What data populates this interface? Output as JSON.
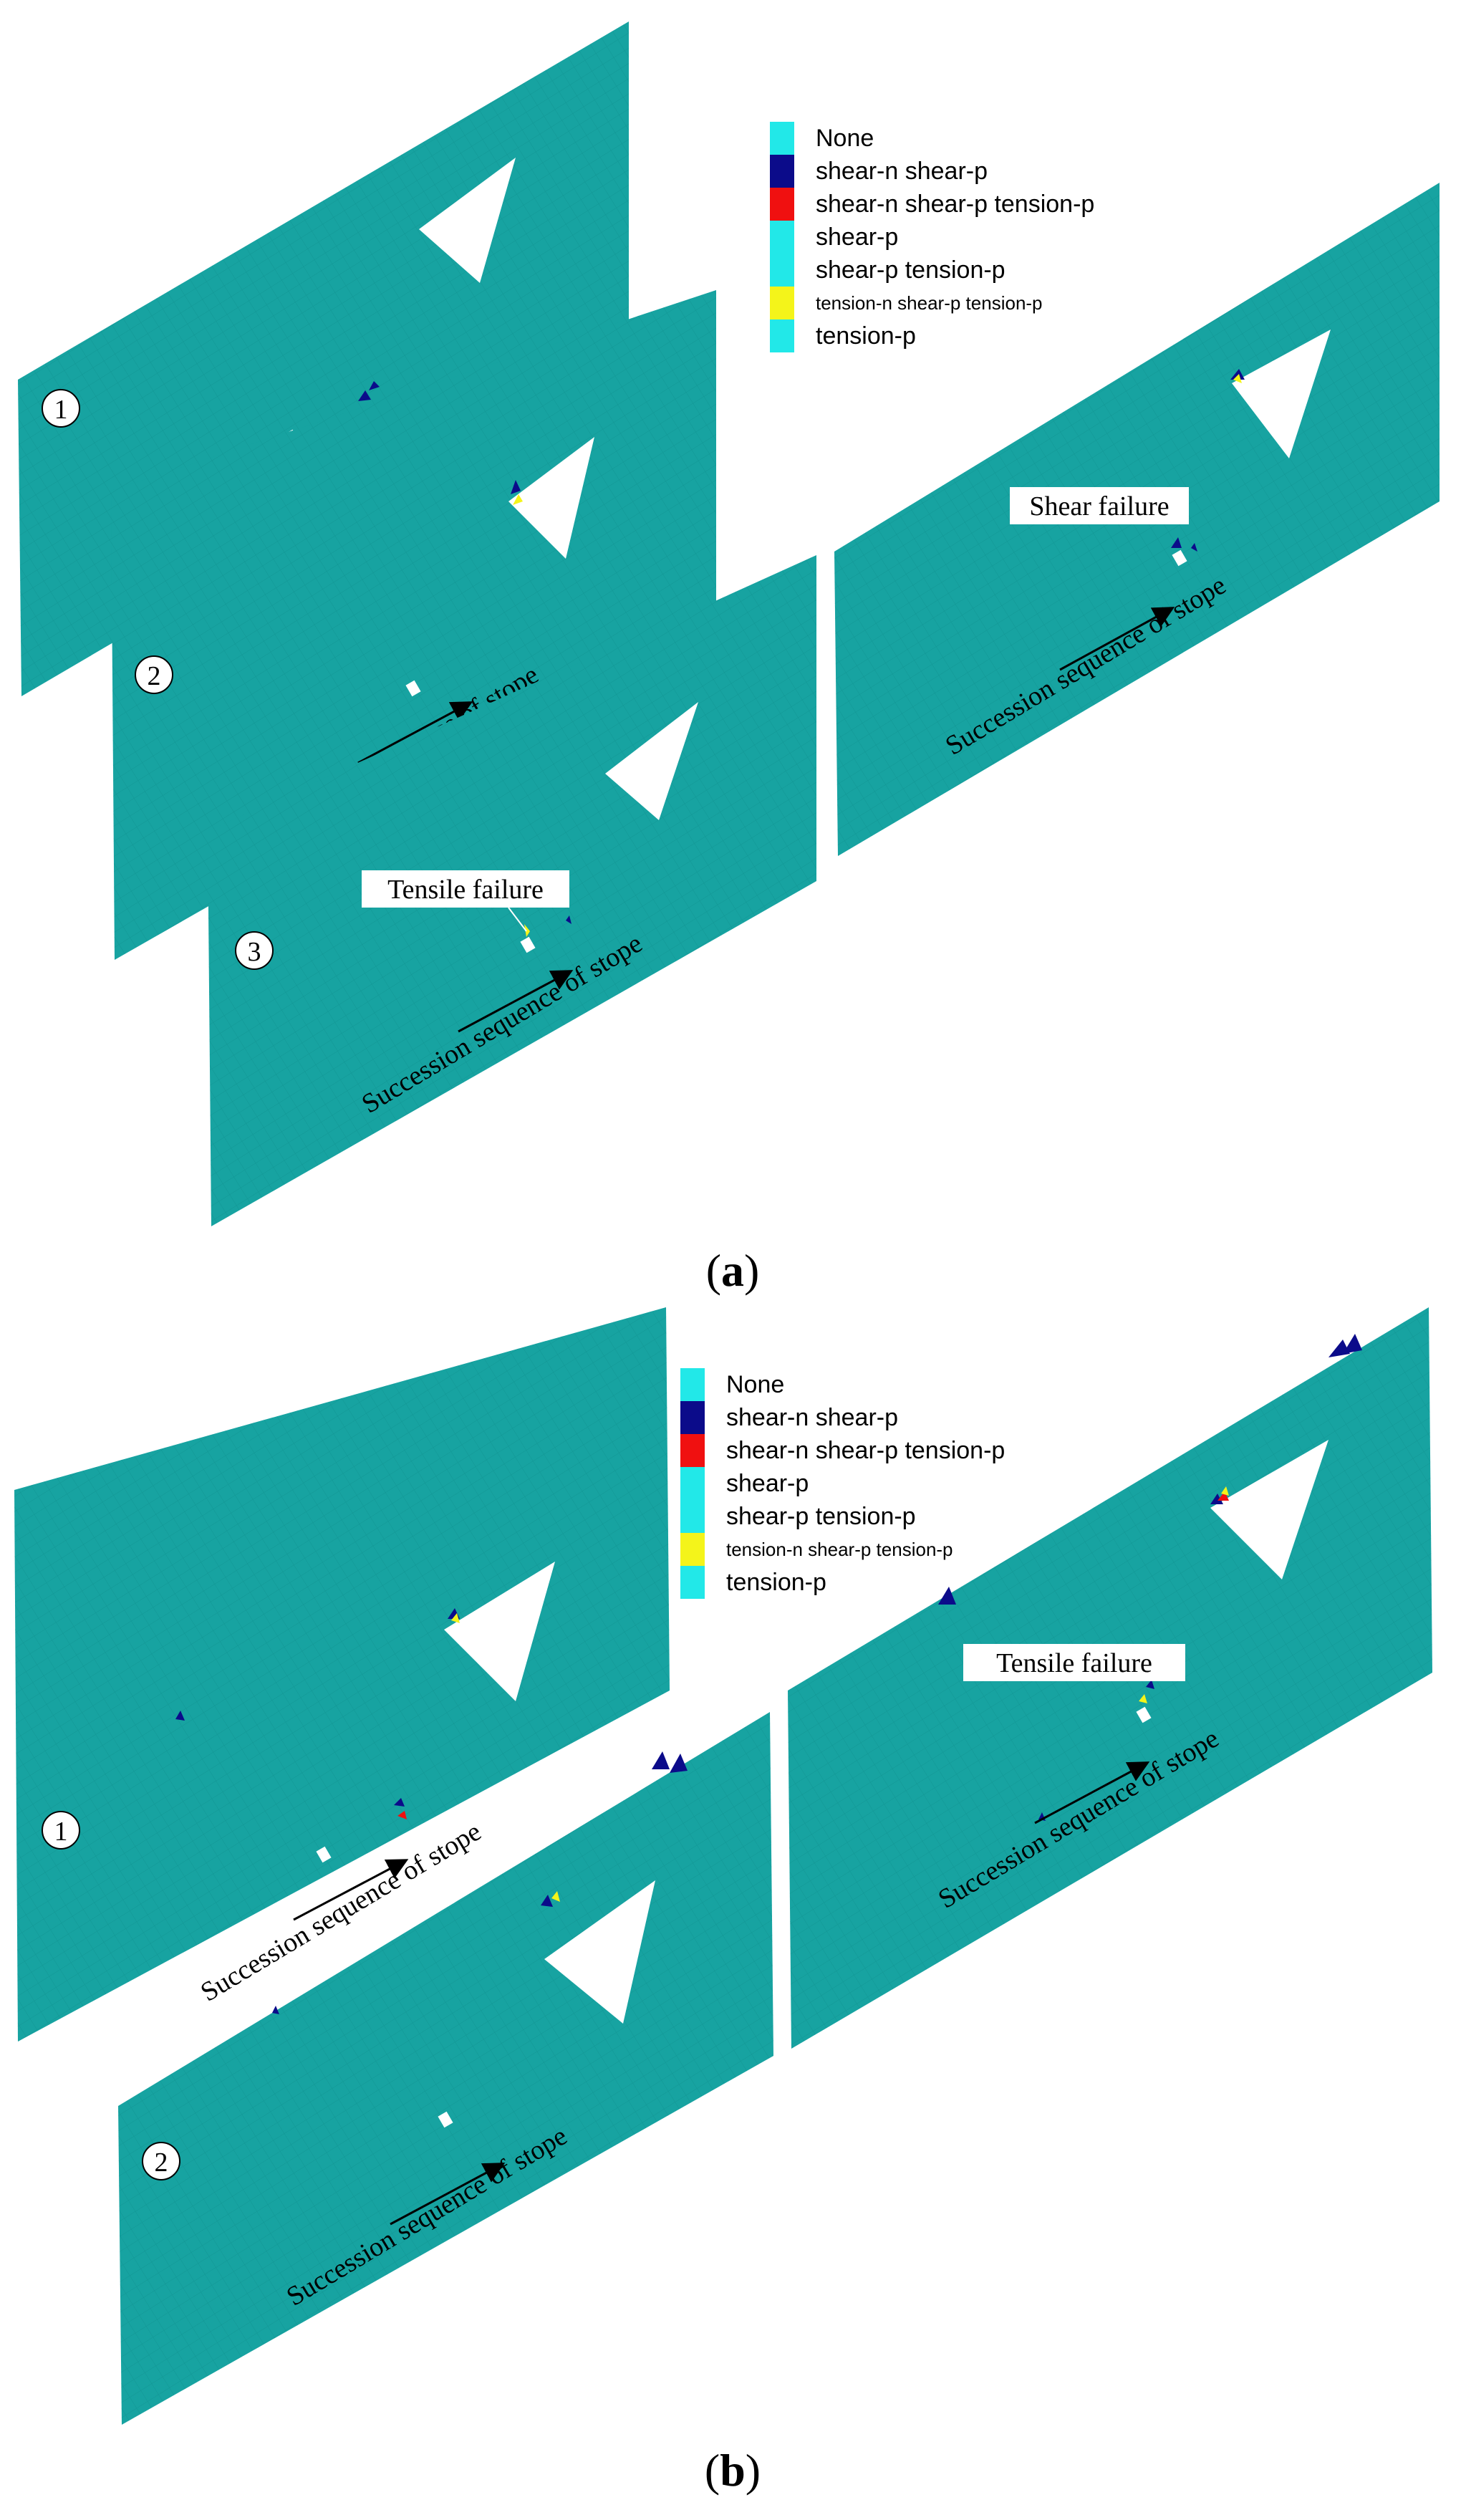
{
  "colors": {
    "plane": "#17A3A1",
    "mesh": "#0E8C8A",
    "none": "#22E8E8",
    "shear_n_shear_p": "#0B0B8A",
    "shear_n_shear_p_tension_p": "#F01010",
    "shear_p": "#22E8E8",
    "shear_p_tension_p": "#22E8E8",
    "tension_n_shear_p_tension_p": "#F4F41A",
    "tension_p": "#22E8E8"
  },
  "legend": [
    {
      "label": "None",
      "color": "#22E8E8"
    },
    {
      "label": "shear-n shear-p",
      "color": "#0B0B8A"
    },
    {
      "label": "shear-n shear-p tension-p",
      "color": "#F01010"
    },
    {
      "label": "shear-p",
      "color": "#22E8E8"
    },
    {
      "label": "shear-p tension-p",
      "color": "#22E8E8"
    },
    {
      "label": "tension-n shear-p tension-p",
      "color": "#F4F41A",
      "small": true
    },
    {
      "label": "tension-p",
      "color": "#22E8E8"
    }
  ],
  "panel_a": {
    "caption_open": "(",
    "caption_letter": "a",
    "caption_close": ")",
    "steps": [
      "1",
      "2",
      "3"
    ],
    "arrow_label": "Succession sequence of stope",
    "annotation_shear": "Shear failure",
    "annotation_tensile": "Tensile failure"
  },
  "panel_b": {
    "caption_open": "(",
    "caption_letter": "b",
    "caption_close": ")",
    "steps": [
      "1",
      "2"
    ],
    "arrow_label": "Succession sequence of stope",
    "annotation_tensile": "Tensile failure"
  }
}
